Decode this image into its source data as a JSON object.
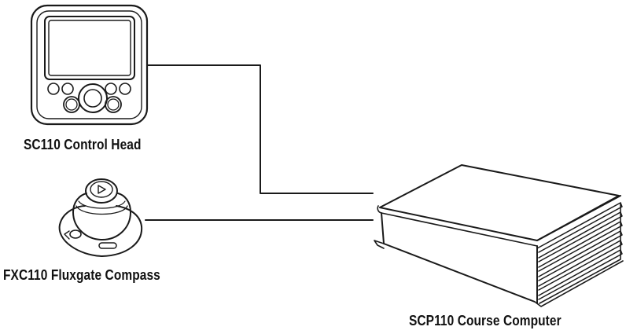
{
  "components": {
    "control_head": {
      "label": "SC110 Control Head"
    },
    "compass": {
      "label": "FXC110 Fluxgate Compass"
    },
    "computer": {
      "label": "SCP110 Course Computer"
    }
  },
  "connections": [
    {
      "from": "control_head",
      "to": "computer"
    },
    {
      "from": "compass",
      "to": "computer"
    }
  ],
  "colors": {
    "stroke": "#1a1a1a",
    "background": "#ffffff"
  }
}
